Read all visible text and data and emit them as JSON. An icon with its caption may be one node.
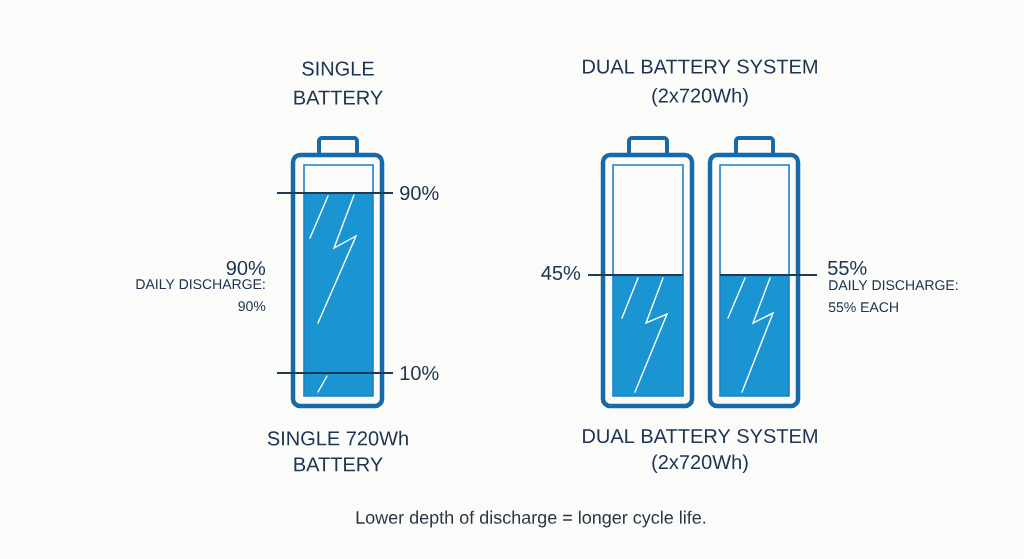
{
  "diagram": {
    "labels": [
      "SINGLE BATTERY",
      "DUAL BATTERY SYSTEM (2x720Wh)",
      "90%",
      "90%",
      "DAILY DISCHARGE: 90%",
      "45%",
      "55%",
      "DAILY DISCHARGE: 55% EACH",
      "10%",
      "SINGLE 720Wh BATTERY",
      "DUAL BATTERY SYSTEM (2x720Wh)"
    ],
    "caption": "Lower depth of discharge = longer cycle life."
  }
}
